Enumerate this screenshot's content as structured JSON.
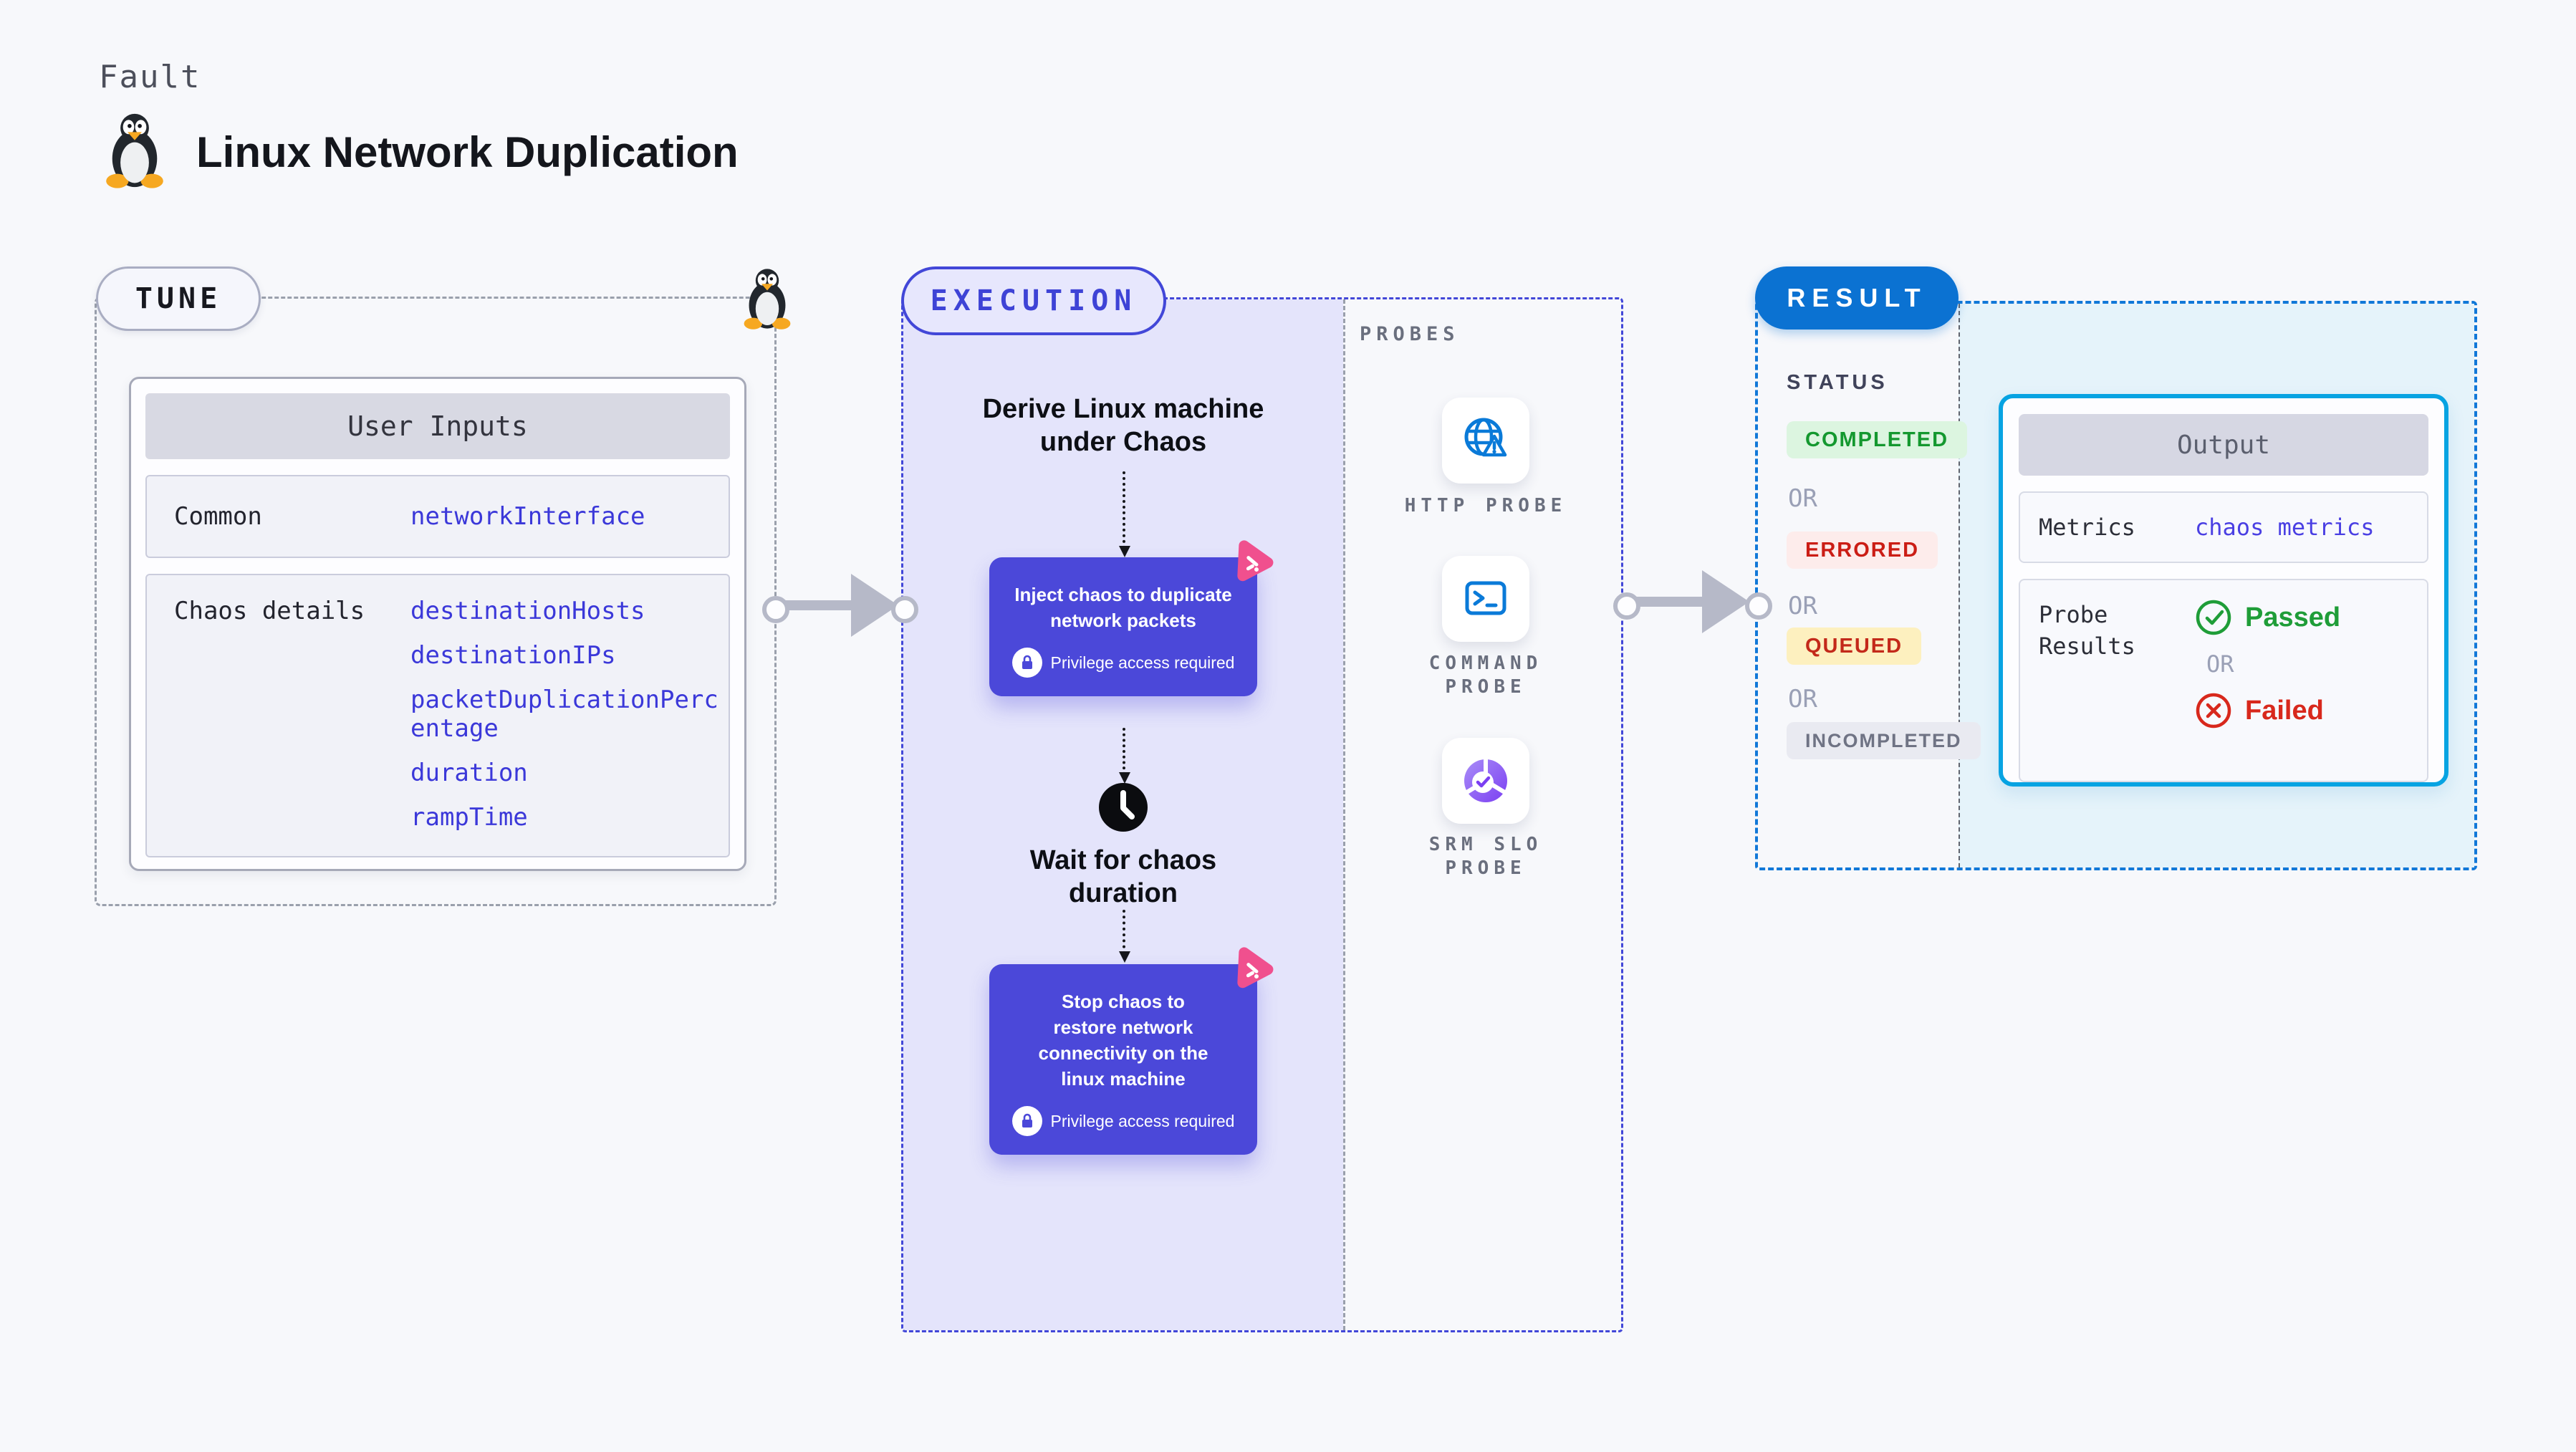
{
  "header": {
    "fault_label": "Fault",
    "title": "Linux Network Duplication",
    "penguin_icon": "tux-penguin-icon"
  },
  "tune": {
    "badge": "TUNE",
    "user_inputs": {
      "title": "User Inputs",
      "rows": [
        {
          "label": "Common",
          "values": [
            "networkInterface"
          ]
        },
        {
          "label": "Chaos details",
          "values": [
            "destinationHosts",
            "destinationIPs",
            "packetDuplicationPercentage",
            "duration",
            "rampTime"
          ]
        }
      ]
    }
  },
  "execution": {
    "badge": "EXECUTION",
    "derive_step": "Derive Linux machine\nunder Chaos",
    "inject_step": {
      "title": "Inject chaos to duplicate\nnetwork packets",
      "privilege_note": "Privilege access required"
    },
    "wait_step": "Wait for chaos\nduration",
    "stop_step": {
      "title": "Stop chaos to\nrestore network\nconnectivity on the\nlinux machine",
      "privilege_note": "Privilege access required"
    }
  },
  "probes": {
    "label": "PROBES",
    "items": [
      {
        "label": "HTTP PROBE",
        "icon": "globe-alert-icon"
      },
      {
        "label": "COMMAND\nPROBE",
        "icon": "terminal-icon"
      },
      {
        "label": "SRM SLO\nPROBE",
        "icon": "slo-donut-check-icon"
      }
    ]
  },
  "result": {
    "badge": "RESULT",
    "status_label": "STATUS",
    "or_label": "OR",
    "statuses": [
      {
        "label": "COMPLETED",
        "bg": "#dcf5e0",
        "fg": "#14982f"
      },
      {
        "label": "ERRORED",
        "bg": "#fdeceb",
        "fg": "#cb1d15"
      },
      {
        "label": "QUEUED",
        "bg": "#fdf0bf",
        "fg": "#c3291a"
      },
      {
        "label": "INCOMPLETED",
        "bg": "#e9eaf1",
        "fg": "#6f7384"
      }
    ],
    "output": {
      "title": "Output",
      "metrics_label": "Metrics",
      "metrics_value": "chaos metrics",
      "probe_results_label": "Probe\nResults",
      "passed_label": "Passed",
      "failed_label": "Failed"
    }
  },
  "colors": {
    "page_bg": "#f7f8fb",
    "indigo": "#4247d8",
    "indigo_node": "#4b48d9",
    "lavender": "#e4e4fb",
    "value_blue": "#3b38d9",
    "dashed_gray": "#9aa0ac",
    "arrow_gray": "#b6b9c8",
    "result_blue": "#0b72d2",
    "result_dash_blue": "#1178d8",
    "cyan_border": "#07a3e2",
    "cyan_fill": "#e5f3fa",
    "probe_blue": "#0a7ad8",
    "srm_purple": "#7b3ff2",
    "pink": "#f0508e",
    "green": "#1f9d38",
    "red": "#d8281c"
  }
}
